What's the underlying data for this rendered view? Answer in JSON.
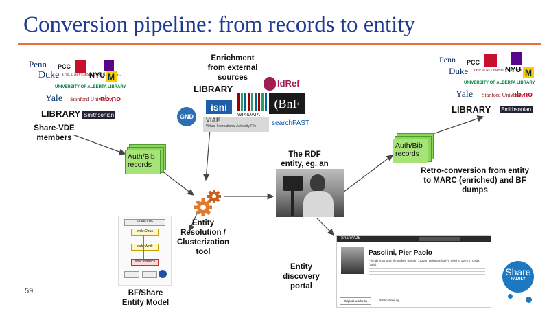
{
  "slide": {
    "title": "Conversion pipeline: from records to entity",
    "page_number": "59"
  },
  "members": {
    "caption": "Share-VDE members",
    "logos": [
      "Penn",
      "PCC",
      "Duke",
      "THE UNIVERSITY OF CHICAGO",
      "NYU",
      "M",
      "UNIVERSITY OF ALBERTA LIBRARY",
      "Yale",
      "Stanford University",
      "nb.no",
      "LIBRARY",
      "Smithsonian"
    ]
  },
  "enrichment": {
    "caption": "Enrichment from external sources",
    "logos": [
      "LIBRARY",
      "IdRef",
      "isni",
      "WIKIDATA",
      "(BnF",
      "GND",
      "VIAF",
      "Virtual International Authority File",
      "searchFAST"
    ]
  },
  "auth_bib_left": "Auth/Bib records",
  "auth_bib_right": "Auth/Bib records",
  "rdf_entity_caption": "The RDF entity, eg. an agent",
  "entity_resolution_caption": "Entity Resolution / Clusterization tool",
  "bf_model": {
    "caption": "BF/Share Entity Model",
    "boxes": [
      "Share-VDE",
      "svde:Opus",
      "svde:Work",
      "svde:Instance"
    ]
  },
  "discovery": {
    "caption": "Entity discovery portal",
    "app_name": "ShareVDE",
    "person_name": "Pasolini, Pier Paolo",
    "person_desc": "Film director and filmmaker. Born in 1922 in Bologna (Italy). Died in 1975 in Ostia (Italy).",
    "tab_original": "Original works by",
    "tab_publications": "Publications by"
  },
  "retro_caption": "Retro-conversion from entity to MARC (enriched) and BF dumps",
  "share_badge": {
    "line1": "Share",
    "line2": "FAMILY"
  },
  "colors": {
    "title": "#1f3a93",
    "rule": "#e8703a",
    "stack_fill": "#a6e478",
    "gear": "#e07a2e"
  }
}
